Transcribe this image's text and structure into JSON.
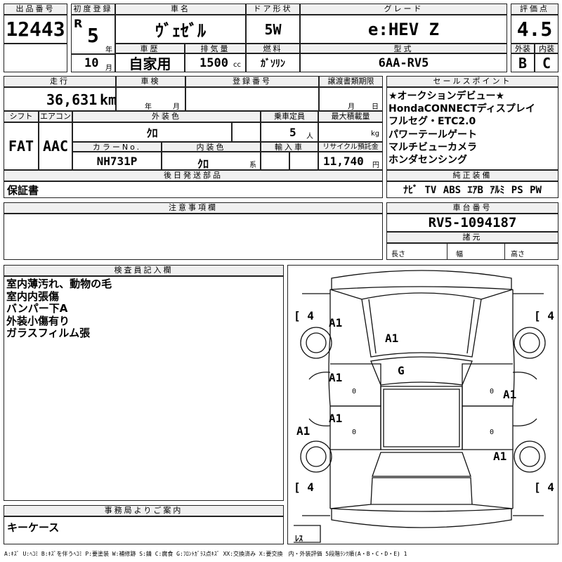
{
  "lot": {
    "label": "出品番号",
    "value": "12443"
  },
  "reg": {
    "label": "初度登録",
    "era": "R",
    "year": "5",
    "year_unit": "年",
    "month": "10",
    "month_unit": "月"
  },
  "name": {
    "label": "車名",
    "value": "ｳﾞｪｾﾞﾙ"
  },
  "door": {
    "label": "ドア形状",
    "value": "5W"
  },
  "grade": {
    "label": "グレード",
    "value": "e:HEV Z"
  },
  "score": {
    "label": "評価点",
    "value": "4.5"
  },
  "history": {
    "label": "車歴",
    "value": "自家用"
  },
  "displacement": {
    "label": "排気量",
    "value": "1500",
    "unit": "cc"
  },
  "fuel": {
    "label": "燃料",
    "value": "ｶﾞｿﾘﾝ"
  },
  "model": {
    "label": "型式",
    "value": "6AA-RV5"
  },
  "ext_grade": {
    "label": "外装",
    "value": "B"
  },
  "int_grade": {
    "label": "内装",
    "value": "C"
  },
  "mileage": {
    "label": "走行",
    "value": "36,631",
    "unit": "km"
  },
  "inspection": {
    "label": "車検",
    "year_unit": "年",
    "month_unit": "月"
  },
  "reg_number": {
    "label": "登録番号"
  },
  "transfer_deadline": {
    "label": "譲渡書類期限",
    "month_unit": "月",
    "day_unit": "日"
  },
  "shift": {
    "label": "シフト",
    "value": "FAT"
  },
  "aircon": {
    "label": "エアコン",
    "value": "AAC"
  },
  "ext_color": {
    "label": "外装色",
    "value": "ｸﾛ"
  },
  "capacity": {
    "label": "乗車定員",
    "value": "5",
    "unit": "人"
  },
  "max_load": {
    "label": "最大積載量",
    "unit": "kg"
  },
  "color_no": {
    "label": "カラーNo.",
    "value": "NH731P"
  },
  "int_color": {
    "label": "内装色",
    "value": "ｸﾛ",
    "unit": "系"
  },
  "import": {
    "label": "輸入車"
  },
  "recycle": {
    "label": "リサイクル預託金",
    "value": "11,740",
    "unit": "円"
  },
  "later_parts": {
    "label": "後日発送部品",
    "value": "保証書"
  },
  "selling_points": {
    "label": "セールスポイント",
    "lines": [
      "★オークションデビュー★",
      "HondaCONNECTディスプレイ",
      "フルセグ・ETC2.0",
      "パワーテールゲート",
      "マルチビューカメラ",
      "ホンダセンシング"
    ]
  },
  "equipment": {
    "label": "純正装備",
    "value": "ﾅﾋﾞ TV ABS ｴｱB ｱﾙﾐ PS PW"
  },
  "notes": {
    "label": "注意事項欄"
  },
  "chassis": {
    "label": "車台番号",
    "value": "RV5-1094187"
  },
  "specs": {
    "label": "諸元",
    "length": "長さ",
    "width": "幅",
    "height": "高さ"
  },
  "inspector": {
    "label": "検査員記入欄",
    "lines": [
      "室内薄汚れ、動物の毛",
      "室内内張傷",
      "バンパー下A",
      "外装小傷有り",
      "ガラスフィルム張"
    ]
  },
  "diagram": {
    "marks": {
      "roof": "A1",
      "hood": "A1",
      "glass": "G",
      "door_fl": "A1",
      "door_rl": "A1",
      "door_r": "A1",
      "rear_l": "A1",
      "rear_r": "A1"
    },
    "tire_fl": "4",
    "tire_fr": "4",
    "tire_rl": "4",
    "tire_rr": "4",
    "spare": "ﾚｽ",
    "zero": "0"
  },
  "office": {
    "label": "事務局よりご案内",
    "value": "キーケース"
  },
  "legend": "A:ｷｽﾞ U:ﾍｺﾐ B:ｷｽﾞを伴うﾍｺﾐ P:要塗装 W:補修跡 S:錆 C:腐食 G:ﾌﾛﾝﾄｶﾞﾗｽ点ｷｽﾞ XX:交換済み X:要交換　内・外装評価 5段階ﾗﾝｸ順(A・B・C・D・E) 1"
}
